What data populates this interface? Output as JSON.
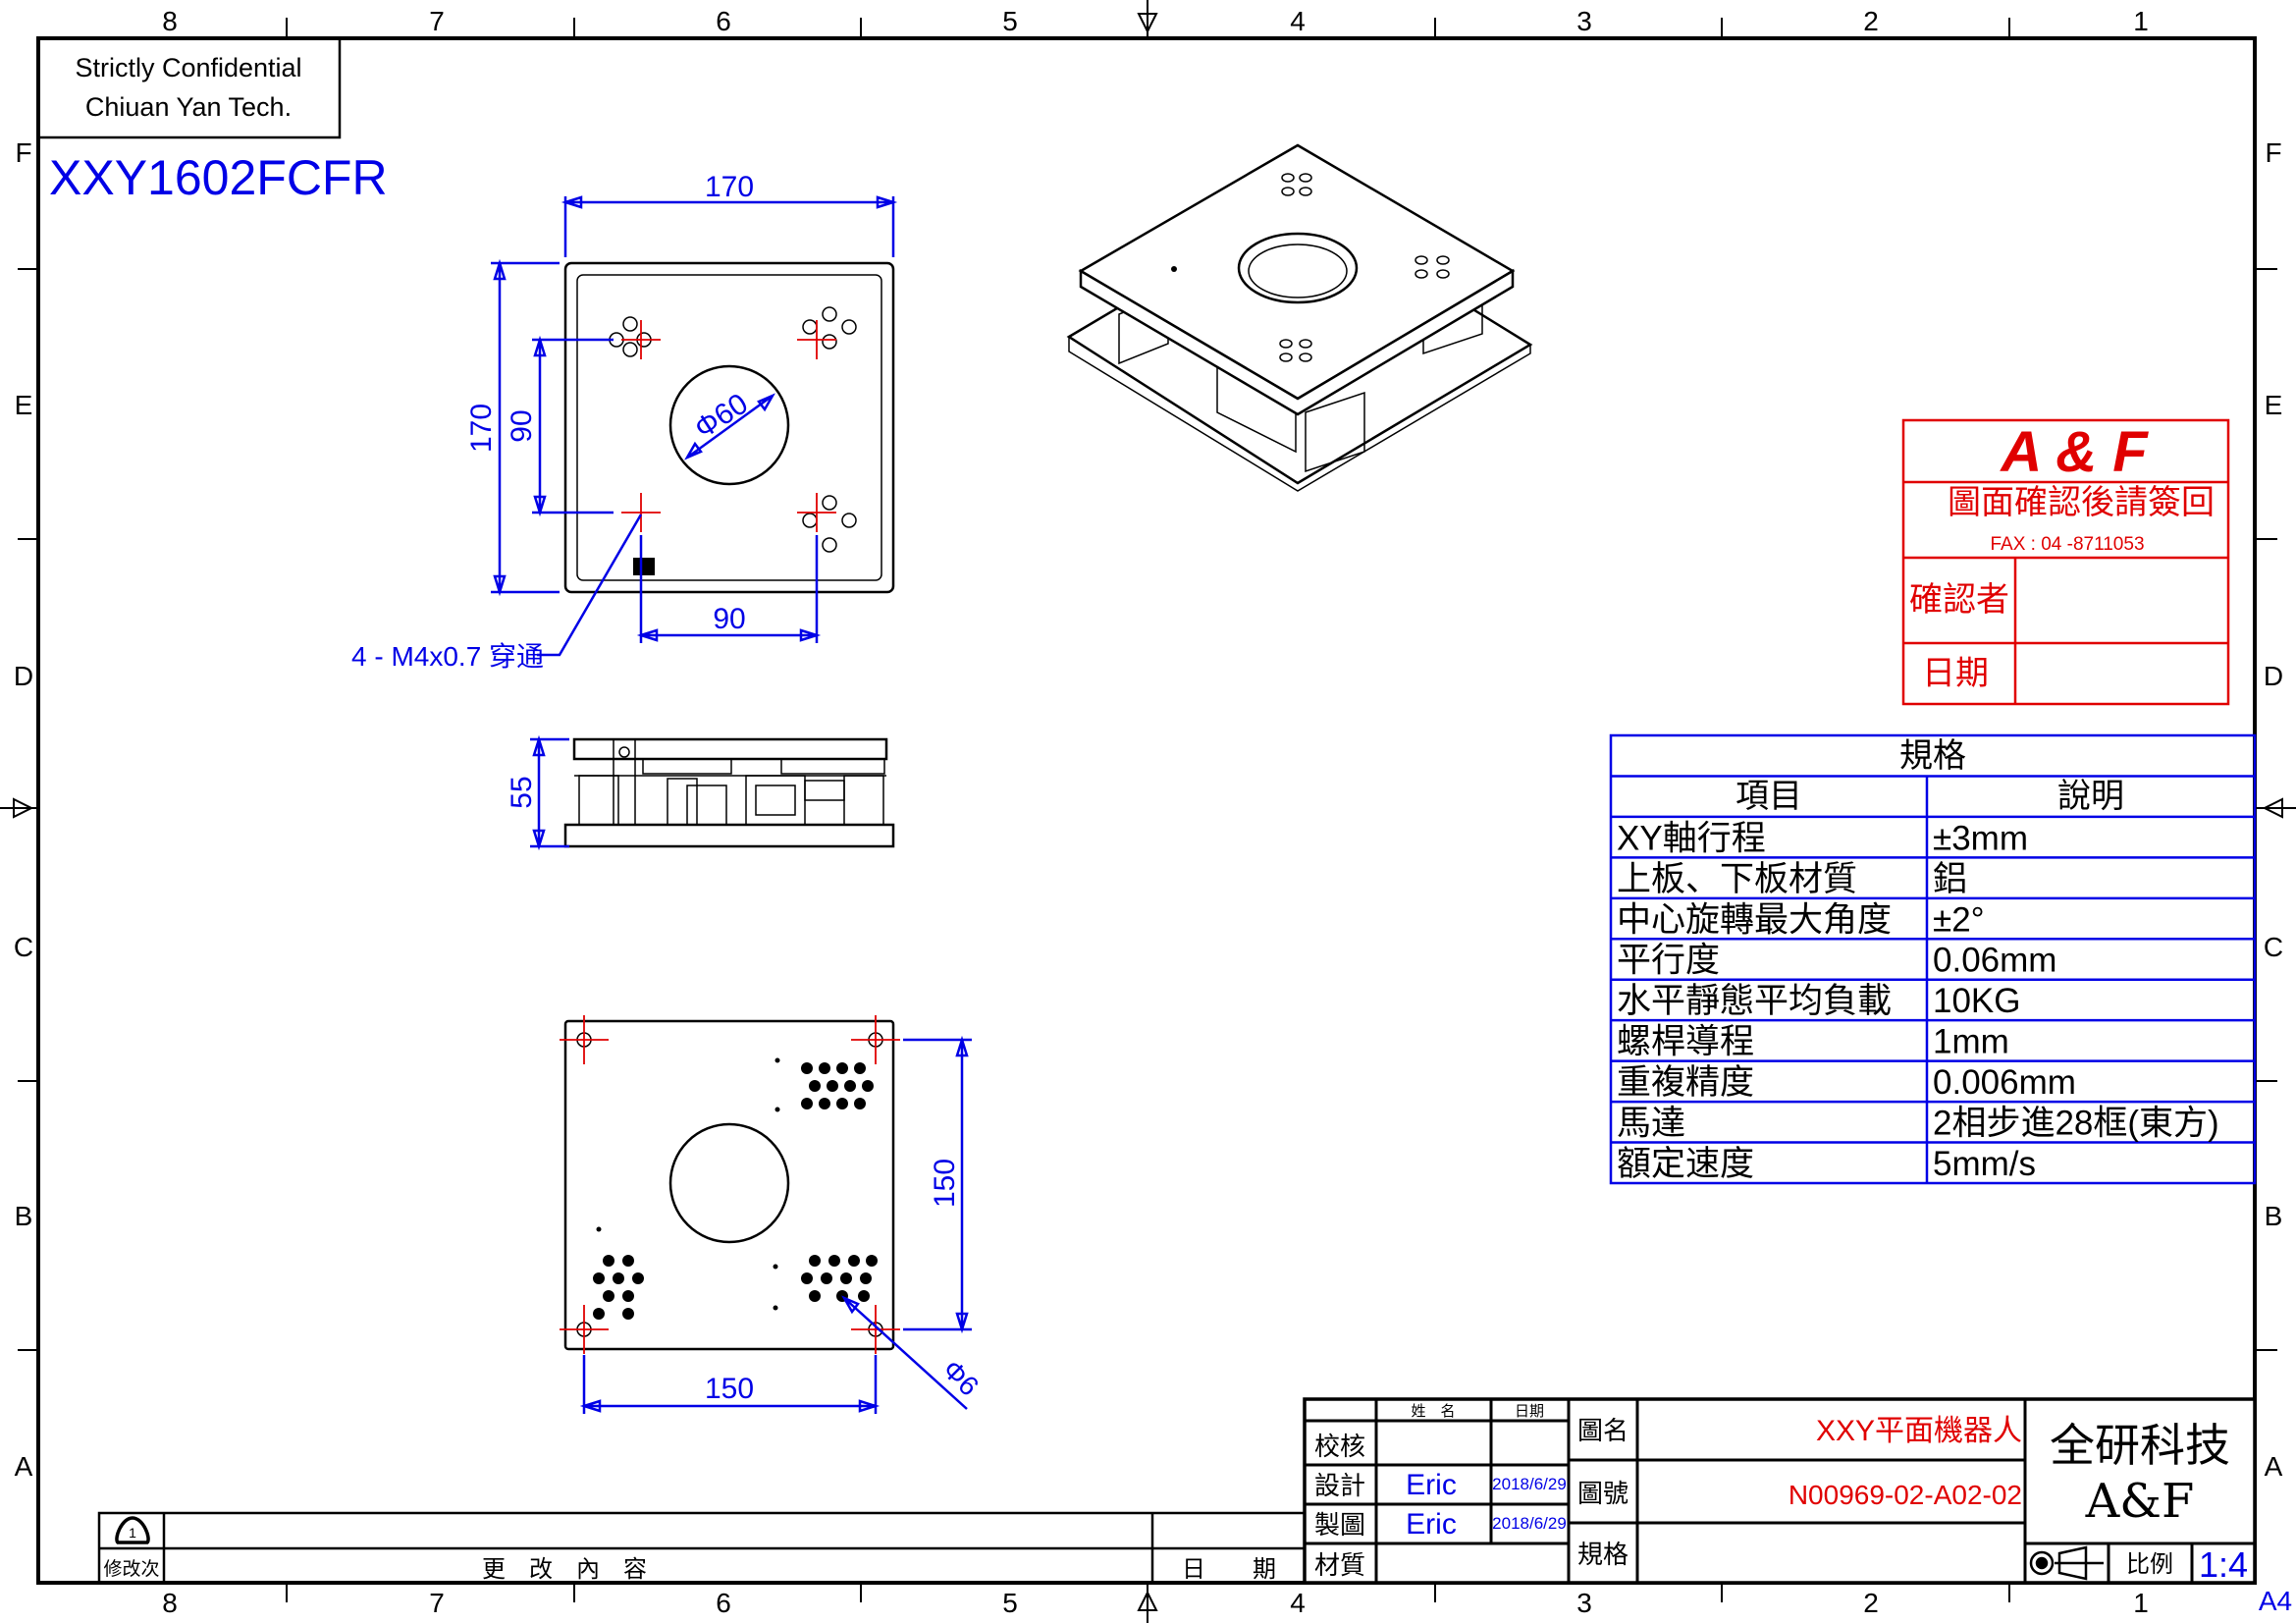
{
  "frame": {
    "columns": [
      "8",
      "7",
      "6",
      "5",
      "4",
      "3",
      "2",
      "1"
    ],
    "rows": [
      "F",
      "E",
      "D",
      "C",
      "B",
      "A"
    ],
    "sheet_size": "A4"
  },
  "confidential": {
    "line1": "Strictly Confidential",
    "line2": "Chiuan Yan Tech."
  },
  "model": "XXY1602FCFR",
  "dimensions": {
    "top_width": "170",
    "top_height": "170",
    "hole_pitch_v": "90",
    "hole_pitch_h": "90",
    "center_hole": "Φ60",
    "thread_note": "4 - M4x0.7 穿通",
    "height": "55",
    "bottom_pitch_v": "150",
    "bottom_pitch_h": "150",
    "bottom_hole": "Φ6"
  },
  "stamp": {
    "brand": "A & F",
    "notice": "圖面確認後請簽回",
    "fax": "FAX : 04 -8711053",
    "confirmer_label": "確認者",
    "confirmer_value": "",
    "date_label": "日期",
    "date_value": ""
  },
  "spec_table": {
    "title": "規格",
    "headers": [
      "項目",
      "說明"
    ],
    "rows": [
      {
        "item": "XY軸行程",
        "desc": "±3mm"
      },
      {
        "item": "上板、下板材質",
        "desc": "鋁"
      },
      {
        "item": "中心旋轉最大角度",
        "desc": "±2°"
      },
      {
        "item": "平行度",
        "desc": "0.06mm"
      },
      {
        "item": "水平靜態平均負載",
        "desc": "10KG"
      },
      {
        "item": "螺桿導程",
        "desc": "1mm"
      },
      {
        "item": "重複精度",
        "desc": "0.006mm"
      },
      {
        "item": "馬達",
        "desc": "2相步進28框(東方)"
      },
      {
        "item": "額定速度",
        "desc": "5mm/s"
      }
    ]
  },
  "title_block": {
    "name_header": "姓　名",
    "date_header": "日期",
    "roles": [
      {
        "label": "校核",
        "name": "",
        "date": ""
      },
      {
        "label": "設計",
        "name": "Eric",
        "date": "2018/6/29"
      },
      {
        "label": "製圖",
        "name": "Eric",
        "date": "2018/6/29"
      }
    ],
    "material_label": "材質",
    "drawing_name_label": "圖名",
    "drawing_name": "XXY平面機器人",
    "drawing_no_label": "圖號",
    "drawing_no": "N00969-02-A02-02",
    "spec_label": "規格",
    "company": "全研科技",
    "company_short": "A&F",
    "scale_label": "比例",
    "scale": "1:4"
  },
  "revision_block": {
    "rev_symbol": "1",
    "rev_label": "修改次",
    "content_label": "更　改　內　容",
    "date_label": "日　　期"
  },
  "colors": {
    "dimension": "#0000e6",
    "stamp": "#e00000",
    "line": "#000000"
  }
}
